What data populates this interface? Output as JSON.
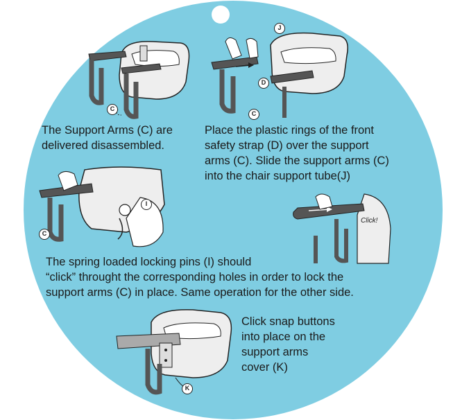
{
  "steps": [
    {
      "lines": [
        "The Support Arms (C) are",
        "delivered disassembled."
      ]
    },
    {
      "lines": [
        "Place the plastic rings of the front",
        "safety strap (D) over the support",
        "arms (C). Slide the support arms (C)",
        "into the chair support tube(J)"
      ]
    },
    {
      "lines": [
        "The spring loaded locking pins (I) should",
        "“click” throught the corresponding holes in order to lock the",
        "support arms (C) in place. Same operation for the other side."
      ]
    },
    {
      "lines": [
        "Click snap buttons",
        "into place on the",
        "support arms",
        "cover (K)"
      ]
    }
  ],
  "labels": {
    "c1": "C",
    "j": "J",
    "d": "D",
    "c2": "C",
    "c3": "C",
    "i": "I",
    "k": "K",
    "click": "Click!"
  },
  "colors": {
    "disc": "#7fcde2",
    "seat": "#eeeeee",
    "arm": "#555555",
    "outline": "#222222"
  }
}
